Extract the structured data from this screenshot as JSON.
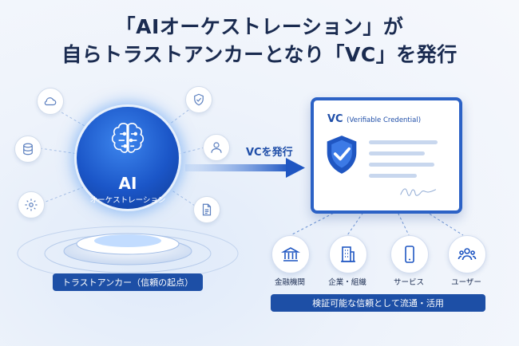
{
  "title": {
    "line1": "「AIオーケストレーション」が",
    "line2": "自らトラストアンカーとなり「VC」を発行"
  },
  "orb": {
    "ai_label": "AI",
    "sub_label": "オーケストレーション"
  },
  "satellites": [
    {
      "icon": "cloud-icon"
    },
    {
      "icon": "database-icon"
    },
    {
      "icon": "gear-icon"
    },
    {
      "icon": "shield-check-icon"
    },
    {
      "icon": "user-icon"
    },
    {
      "icon": "document-icon"
    }
  ],
  "anchor_label": "トラストアンカー（信頼の起点）",
  "arrow_label": "VCを発行",
  "credential": {
    "title": "VC",
    "subtitle": "(Verifiable Credential)"
  },
  "entities": [
    {
      "label": "金融機関",
      "icon": "bank-icon"
    },
    {
      "label": "企業・組織",
      "icon": "building-icon"
    },
    {
      "label": "サービス",
      "icon": "smartphone-icon"
    },
    {
      "label": "ユーザー",
      "icon": "users-icon"
    }
  ],
  "bottom_label": "検証可能な信頼として流通・活用",
  "colors": {
    "primary": "#1d4fa6",
    "accent": "#2c62c6",
    "background": "#eef3fb"
  }
}
